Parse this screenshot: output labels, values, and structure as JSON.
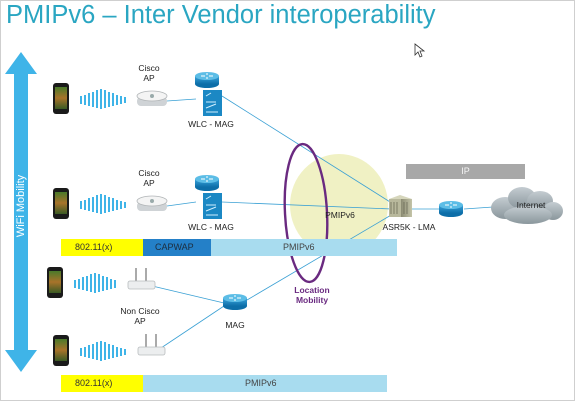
{
  "title": "PMIPv6 – Inter Vendor interoperability",
  "left_axis_label": "WiFi Mobility",
  "access_points": {
    "top_name": "Cisco",
    "top_role": "AP",
    "mid_name": "Cisco",
    "mid_role": "AP",
    "non_cisco_name": "Non Cisco",
    "non_cisco_role": "AP"
  },
  "routers": {
    "wlc_top": "WLC - MAG",
    "wlc_mid": "WLC - MAG",
    "mag": "MAG",
    "lma": "ASR5K - LMA"
  },
  "cloud_label": "Internet",
  "ip_label": "IP",
  "pmipv6_label": "PMIPv6",
  "location_mobility": {
    "line1": "Location",
    "line2": "Mobility"
  },
  "protocol_bars": {
    "row1": {
      "wifi": "802.11(x)",
      "capwap": "CAPWAP",
      "tunnel": "PMIPv6"
    },
    "row2": {
      "wifi": "802.11(x)",
      "tunnel": "PMIPv6"
    }
  },
  "colors": {
    "title": "#2aa6c2",
    "arrow": "#3fb4e8",
    "router": "#1b88c4",
    "yellow_bar": "#ffff00",
    "capwap_bar": "#2480c8",
    "tunnel_bar": "#a8dcef",
    "location_ring": "#6a2a80",
    "mobility_blob": "#f0f1c4",
    "cloud": "#9aa6ad"
  }
}
